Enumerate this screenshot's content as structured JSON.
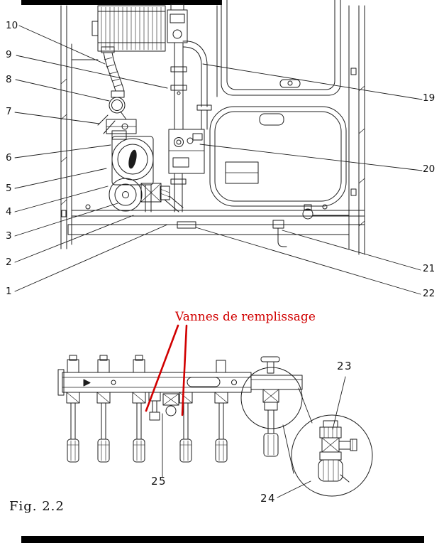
{
  "caption": "Fig. 2.2",
  "annotation": {
    "text": "Vannes de remplissage",
    "color": "#d10000"
  },
  "callouts": {
    "left": [
      "10",
      "9",
      "8",
      "7",
      "6",
      "5",
      "4",
      "3",
      "2",
      "1"
    ],
    "right": [
      "19",
      "20",
      "21",
      "22"
    ],
    "lower": [
      "23",
      "24",
      "25"
    ]
  },
  "colors": {
    "line_art": "#1c1c1c",
    "background": "#ffffff",
    "annotation_red": "#d10000",
    "frame_bar": "#000000"
  }
}
